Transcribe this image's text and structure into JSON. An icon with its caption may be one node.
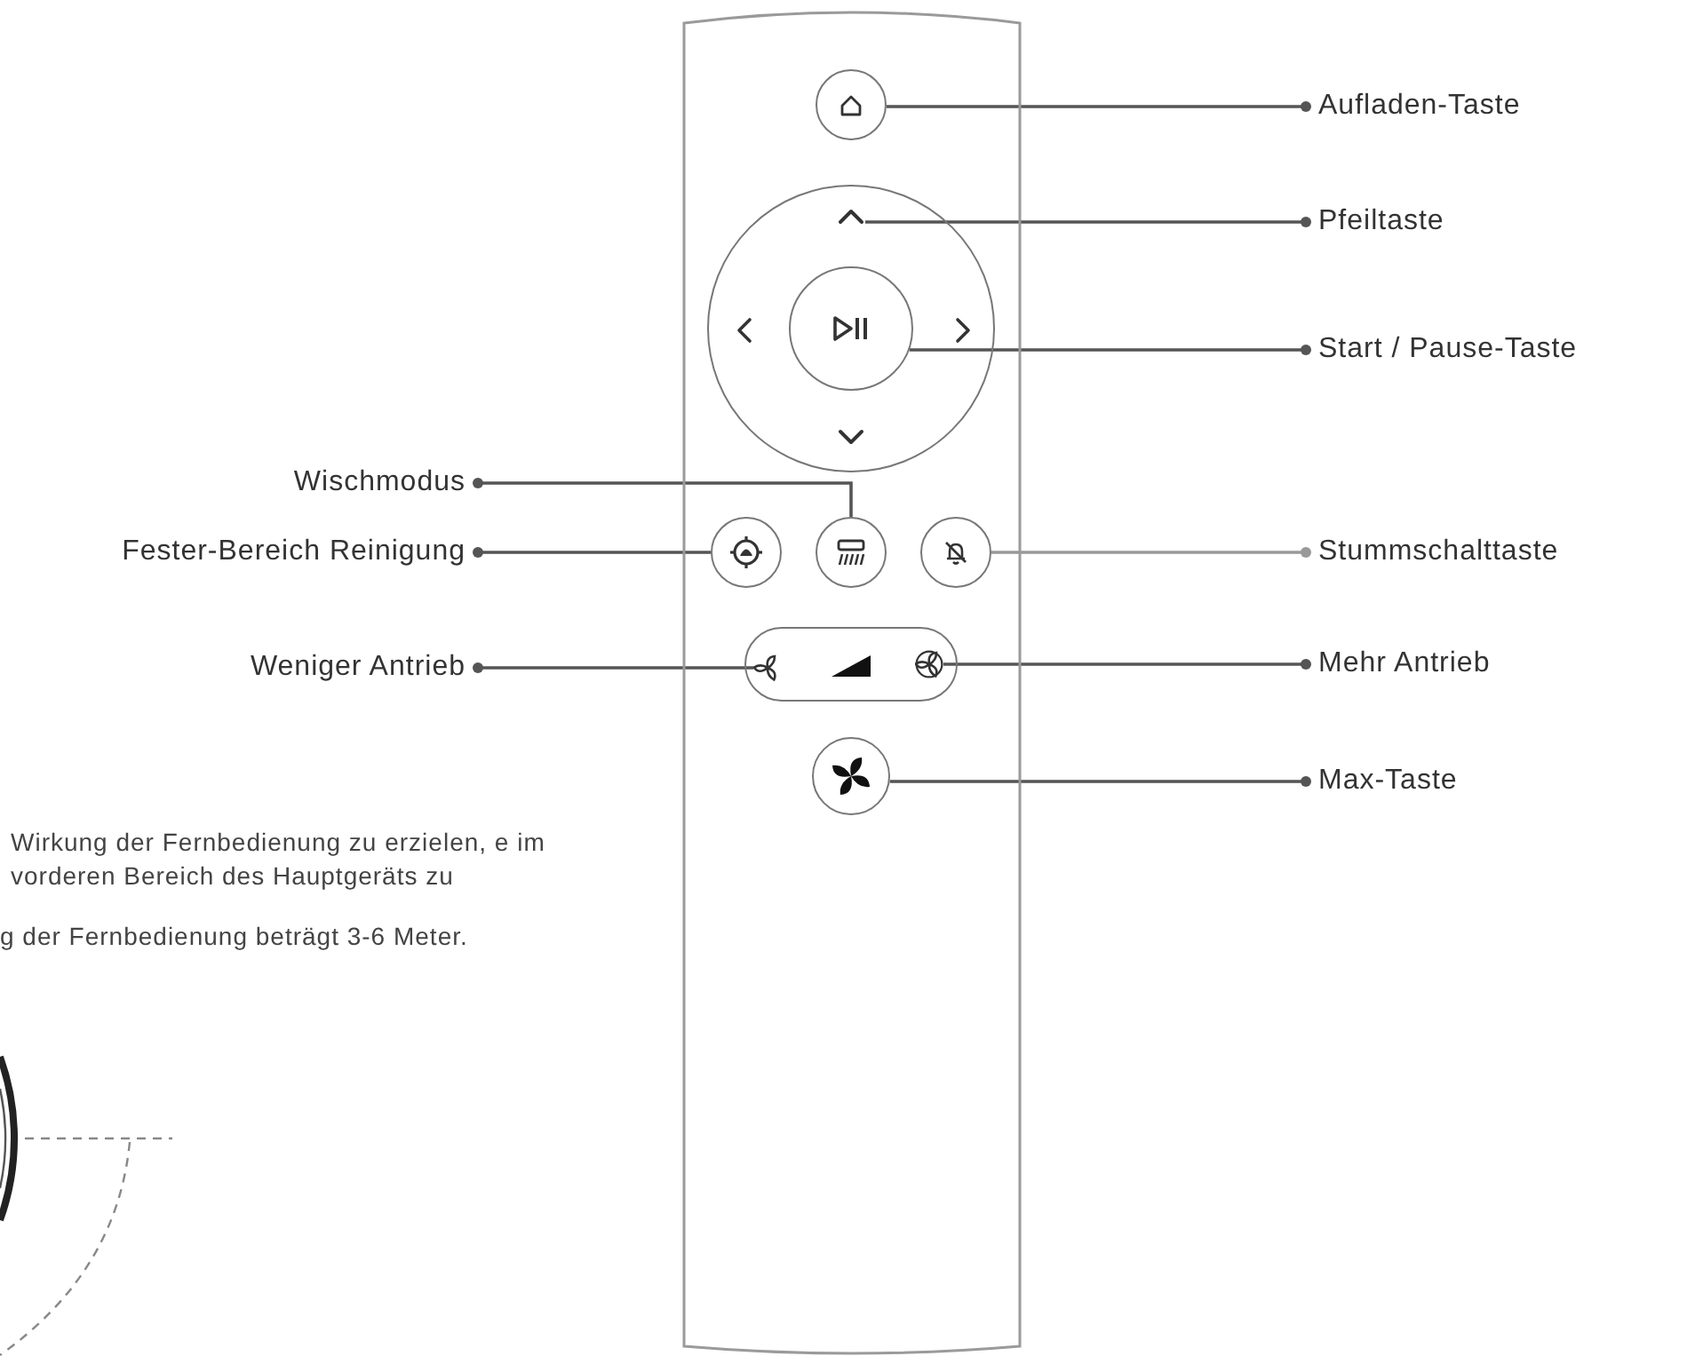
{
  "diagram": {
    "nodes": [
      {
        "text": [],
        "shape": "box"
      },
      {
        "text": [],
        "shape": "circle",
        "in": 0
      },
      {
        "text": [
          "Aufladen-Taste"
        ]
      },
      {
        "text": [],
        "shape": "circle",
        "in": 0
      },
      {
        "text": [],
        "shape": "chevron",
        "in": 3
      },
      {
        "text": [
          "Pfeiltaste"
        ]
      },
      {
        "text": [],
        "shape": "circle",
        "in": 3
      },
      {
        "text": [
          "Start / Pause-Taste"
        ]
      },
      {
        "text": [
          "Wischmodus"
        ]
      },
      {
        "text": [
          "Fester-Bereich Reinigung"
        ]
      },
      {
        "text": [],
        "shape": "circle",
        "in": 0
      },
      {
        "text": [],
        "shape": "circle",
        "in": 0
      },
      {
        "text": [],
        "shape": "circle",
        "in": 0
      },
      {
        "text": [
          "Stummschalttaste"
        ]
      },
      {
        "text": [
          "Weniger Antrieb"
        ]
      },
      {
        "text": [],
        "shape": "box",
        "in": 0
      },
      {
        "text": [],
        "shape": "fan",
        "in": 15
      },
      {
        "text": [],
        "shape": "fan",
        "in": 15
      },
      {
        "text": [
          "Mehr Antrieb"
        ]
      },
      {
        "text": [],
        "shape": "circle",
        "in": 0
      },
      {
        "text": [
          "Max-Taste"
        ]
      }
    ],
    "edges": [
      {
        "from": 2,
        "to": 1,
        "arrow": "other"
      },
      {
        "from": 5,
        "to": 4,
        "arrow": "other"
      },
      {
        "from": 7,
        "to": 6,
        "arrow": "other"
      },
      {
        "from": 8,
        "to": 11,
        "arrow": "other"
      },
      {
        "from": 9,
        "to": 10,
        "arrow": "other"
      },
      {
        "from": 13,
        "to": 12,
        "arrow": "other",
        "color": "#999999"
      },
      {
        "from": 14,
        "to": 16,
        "arrow": "other"
      },
      {
        "from": 18,
        "to": 17,
        "arrow": "other"
      },
      {
        "from": 20,
        "to": 19,
        "arrow": "other"
      }
    ],
    "labels": [
      "Wirkung der Fernbedienung zu erzielen, e im vorderen Bereich des Hauptgeräts zu",
      "g der Fernbedienung beträgt 3-6 Meter."
    ]
  }
}
